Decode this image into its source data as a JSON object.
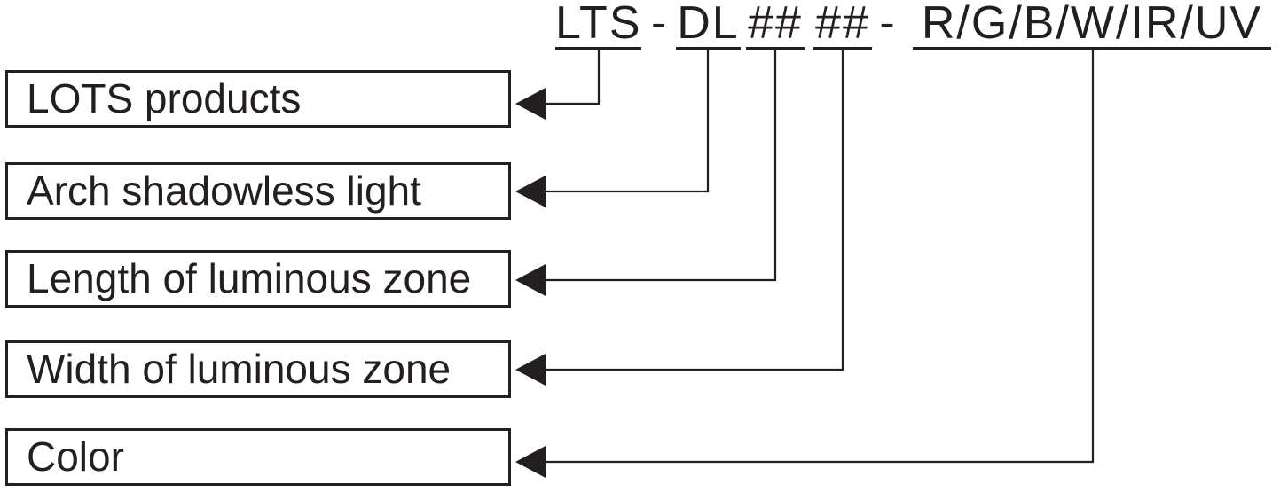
{
  "diagram": {
    "full_code": "LTS -DL ## ## - R/G/B/W/IR/UV",
    "code": {
      "segments": [
        {
          "text": "LTS",
          "underlined": true
        },
        {
          "text": "-",
          "underlined": false
        },
        {
          "text": "DL",
          "underlined": true
        },
        {
          "text": "##",
          "underlined": true
        },
        {
          "text": "##",
          "underlined": true
        },
        {
          "text": "-",
          "underlined": false
        },
        {
          "text": "R/G/B/W/IR/UV",
          "underlined": true
        }
      ]
    },
    "labels": [
      {
        "text": "LOTS products",
        "maps_to": "LTS"
      },
      {
        "text": "Arch shadowless light",
        "maps_to": "DL"
      },
      {
        "text": "Length of luminous zone",
        "maps_to": "## (first)"
      },
      {
        "text": "Width of luminous zone",
        "maps_to": "## (second)"
      },
      {
        "text": "Color",
        "maps_to": "R/G/B/W/IR/UV"
      }
    ],
    "colors": {
      "ink": "#231f20",
      "background": "#ffffff"
    }
  }
}
